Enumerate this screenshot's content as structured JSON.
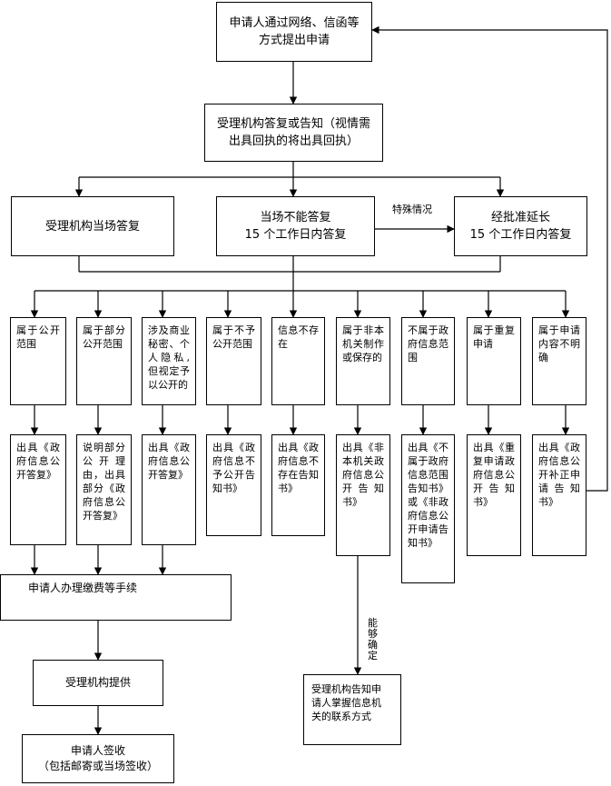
{
  "start": "申请人通过网络、信函等\n方式提出申请",
  "reply": "受理机构答复或告知（视情需\n出具回执的将出具回执）",
  "on_site": "受理机构当场答复",
  "cannot": "当场不能答复\n15 个工作日内答复",
  "special_label": "特殊情况",
  "extended": "经批准延长\n15 个工作日内答复",
  "categories": [
    "属于公开范围",
    "属于部分公开范围",
    "涉及商业秘密、个人隐私,但视定予以公开的",
    "属于不予公开范围",
    "信息不存在",
    "属于非本机关制作或保存的",
    "不属于政府信息范围",
    "属于重复申请",
    "属于申请内容不明确"
  ],
  "outputs": [
    "出具《政府信息公开答复》",
    "说明部分公开理由，出具部分《政府信息公开答复》",
    "出具《政府信息公开答复》",
    "出具《政府信息不予公开告知书》",
    "出具《政府信息不存在告知书》",
    "出具《非本机关政府信息公开告知书》",
    "出具《不属于政府信息范围告知书》或《非政府信息公开申请告知书》",
    "出具《重复申请政府信息公开告知书》",
    "出具《政府信息公开补正申请告知书》"
  ],
  "fees": "申请人办理缴费等手续",
  "provide": "受理机构提供",
  "sign": "申请人签收\n（包括邮寄或当场签收）",
  "can_confirm": "能够确定",
  "contact": "受理机构告知申\n请人掌握信息机\n关的联系方式"
}
